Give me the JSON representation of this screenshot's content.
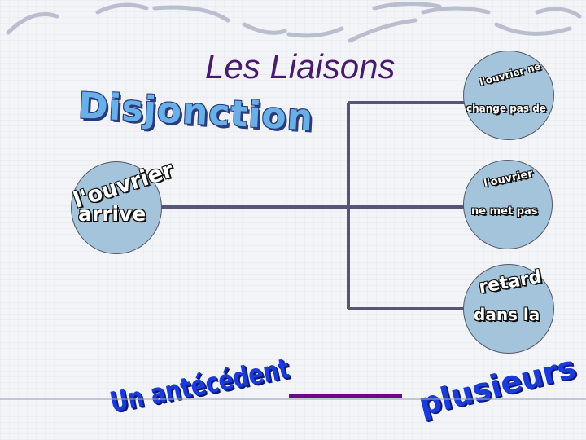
{
  "title": "Les Liaisons",
  "subtitle": "Disjonction",
  "left_circle": {
    "line1": "l'ouvrier",
    "line2": "arrive"
  },
  "right_circles": [
    {
      "line1": "l'ouvrier ne",
      "line2": "change pas de"
    },
    {
      "line1": "l'ouvrier",
      "line2": "ne met pas"
    },
    {
      "line1": "retard",
      "line2": "dans la"
    }
  ],
  "bottom_left": "Un antécédent",
  "bottom_right": "plusieurs",
  "colors": {
    "title": "#4a1a6b",
    "circle_fill": "#a4c4dc",
    "connector": "#55557a",
    "bottom_text": "#1a3bd8",
    "underline": "#6a0a8a"
  }
}
